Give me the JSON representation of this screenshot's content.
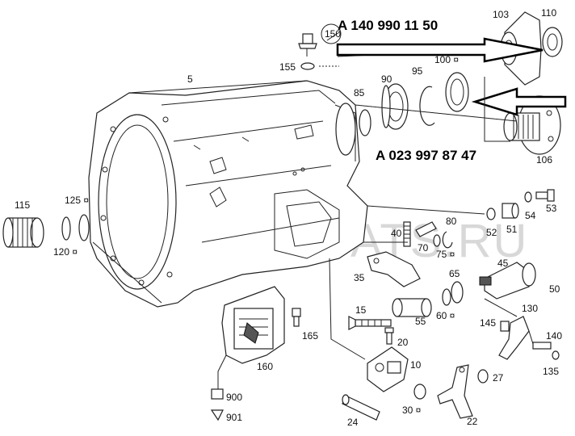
{
  "part_numbers": {
    "top": "A 140 990 11 50",
    "middle": "A 023 997 87 47"
  },
  "watermark": "WWW.ELCATS.RU",
  "callouts": {
    "c5": "5",
    "c10": "10",
    "c15": "15",
    "c20": "20",
    "c22": "22",
    "c24": "24",
    "c27": "27",
    "c30": "30 ¤",
    "c35": "35",
    "c40": "40",
    "c45": "45",
    "c50": "50",
    "c51": "51",
    "c52": "52",
    "c53": "53",
    "c54": "54",
    "c55": "55",
    "c60": "60 ¤",
    "c65": "65",
    "c70": "70",
    "c75": "75 ¤",
    "c80": "80",
    "c85": "85",
    "c90": "90",
    "c95": "95",
    "c100": "100 ¤",
    "c103": "103",
    "c106": "106",
    "c110": "110",
    "c115": "115",
    "c120": "120 ¤",
    "c125": "125 ¤",
    "c130": "130",
    "c135": "135",
    "c140": "140",
    "c145": "145",
    "c150": "150",
    "c155": "155",
    "c160": "160",
    "c165": "165",
    "c900": "900",
    "c901": "901"
  }
}
